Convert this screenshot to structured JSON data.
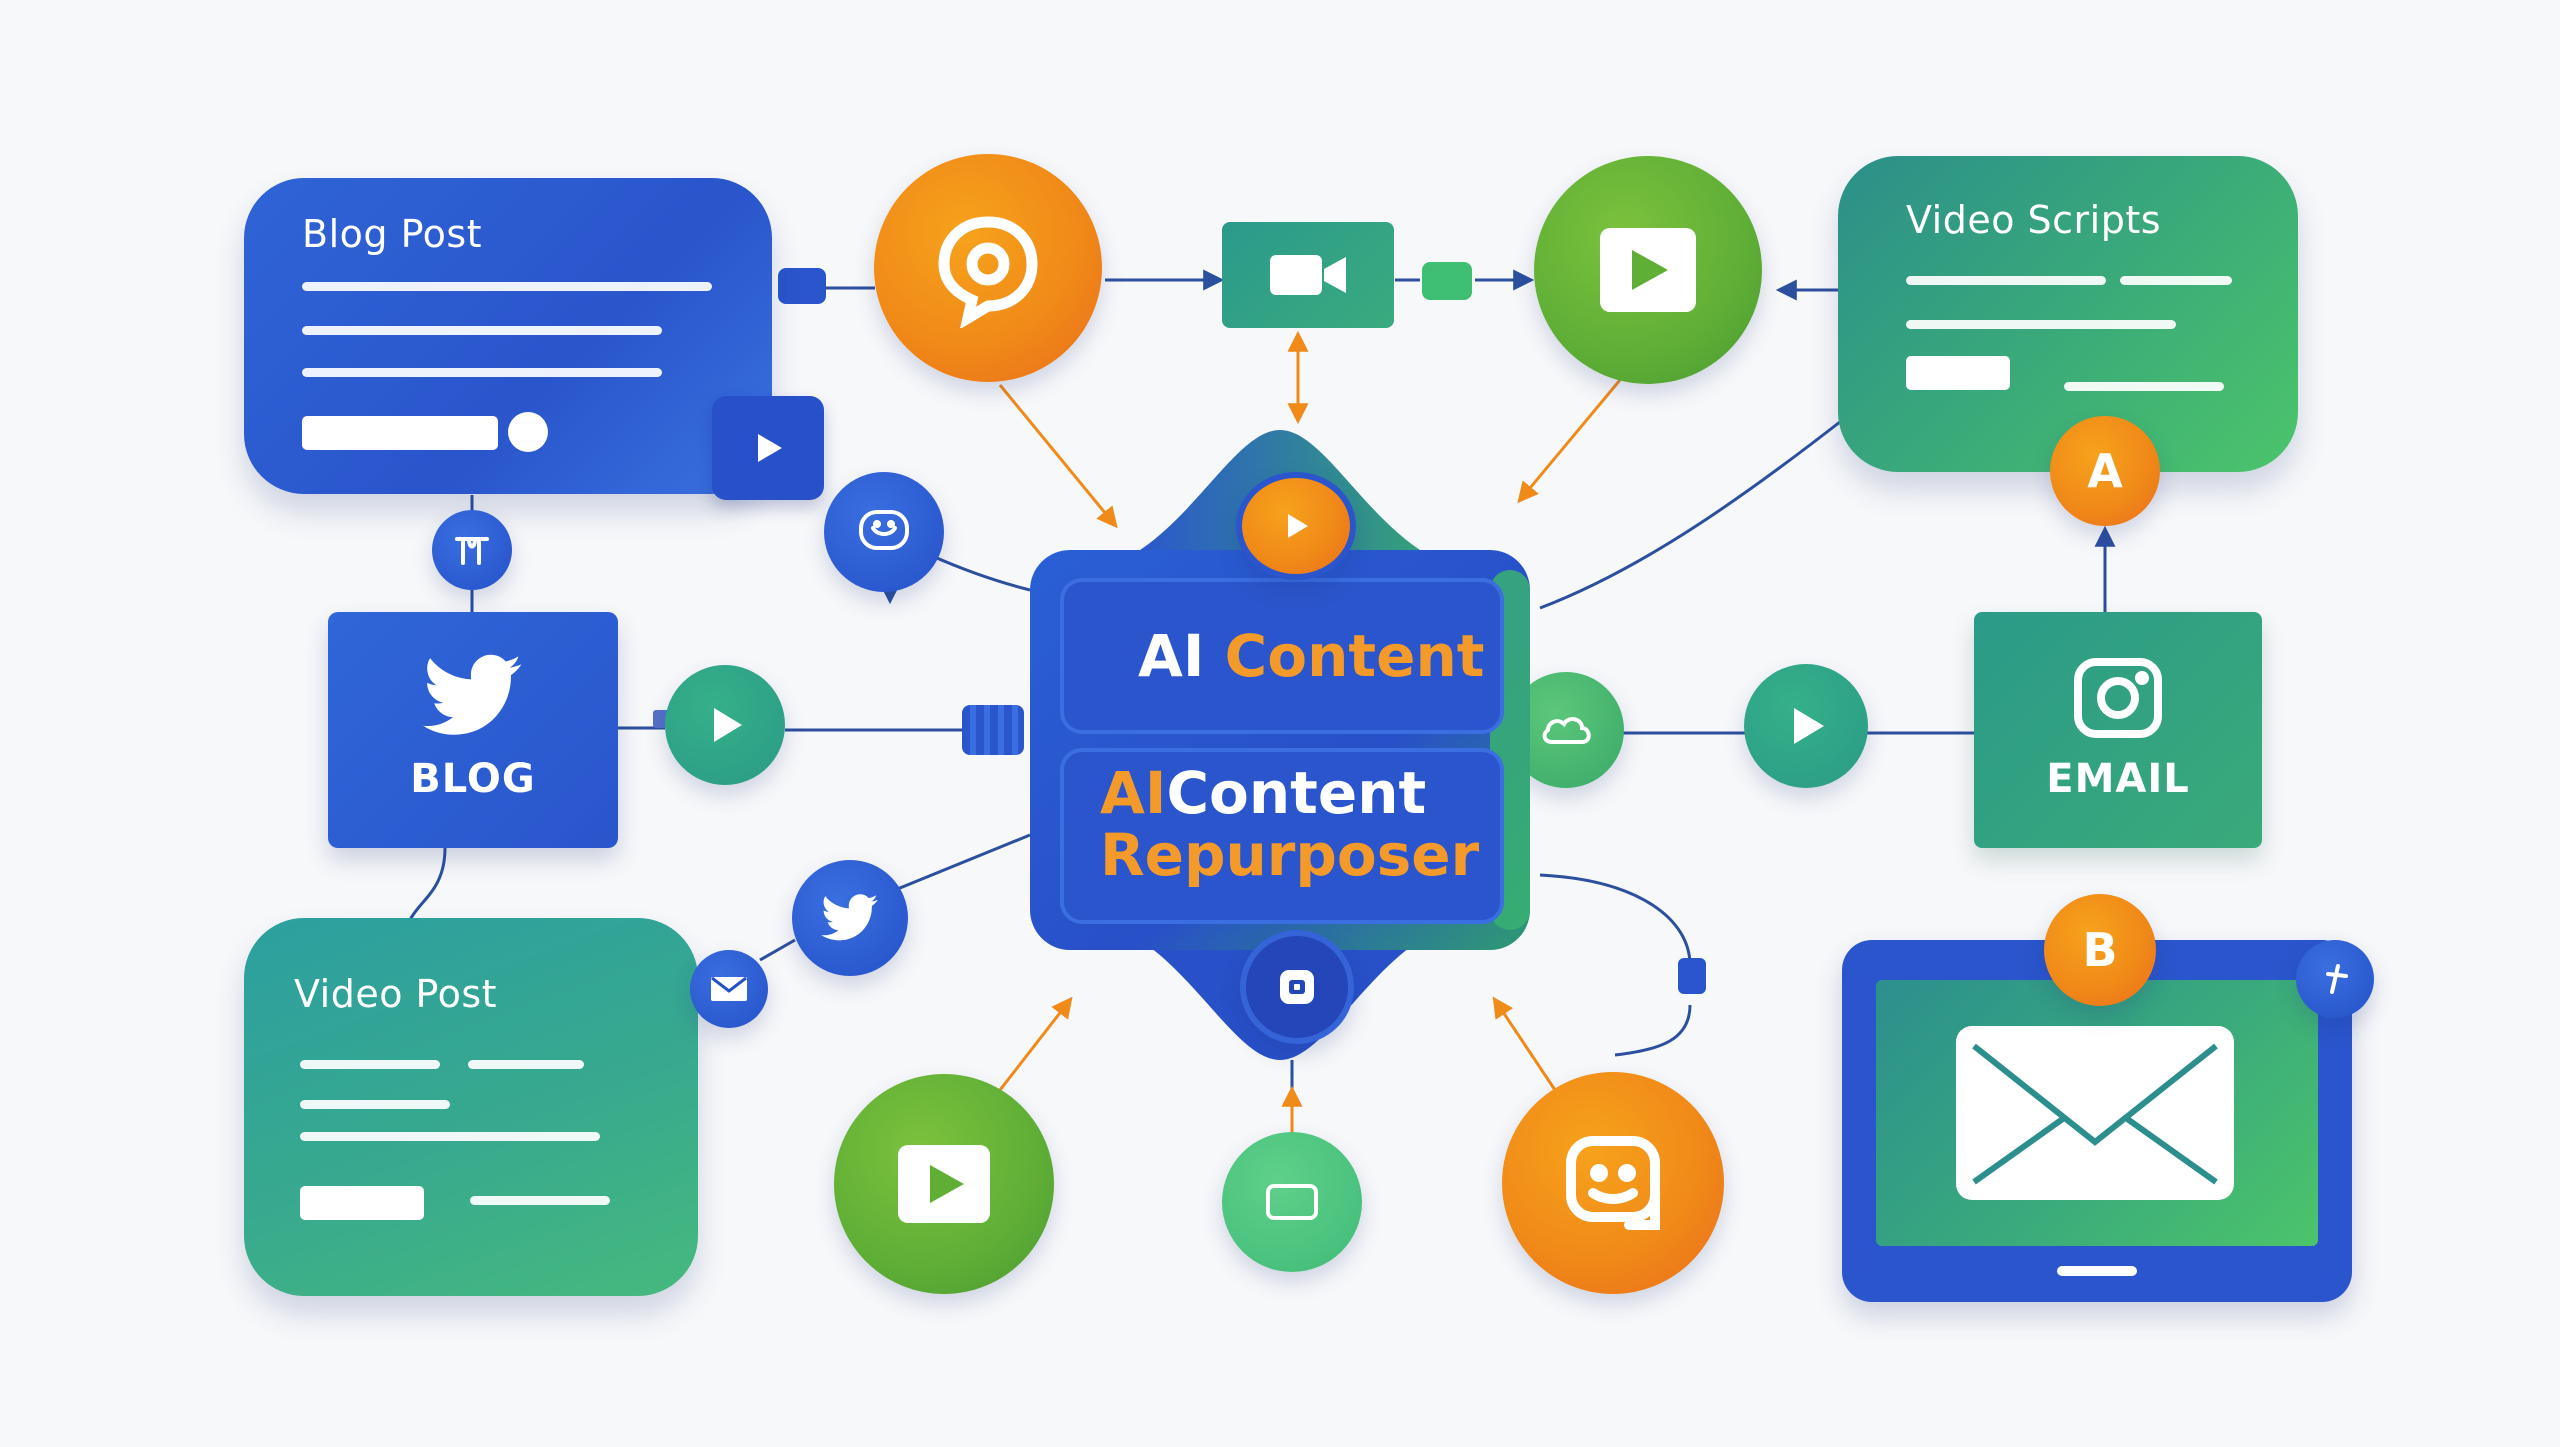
{
  "cards": {
    "blog_post_title": "Blog Post",
    "video_scripts_title": "Video Scripts",
    "video_post_title": "Video Post"
  },
  "hub": {
    "upper_word1": "AI",
    "upper_word2": "Content",
    "lower_word1": "AI",
    "lower_word2": "Content",
    "lower_word3": "Repurposer"
  },
  "nodes": {
    "blog_label": "BLOG",
    "email_label": "EMAIL"
  },
  "badges": {
    "a": "A",
    "b": "B"
  },
  "colors": {
    "primary_blue": "#2a55cc",
    "accent_orange": "#f08a18",
    "green": "#4cc46a",
    "teal": "#2a9a84",
    "connector": "#2c4f9e",
    "arrow_orange": "#f08a18"
  }
}
